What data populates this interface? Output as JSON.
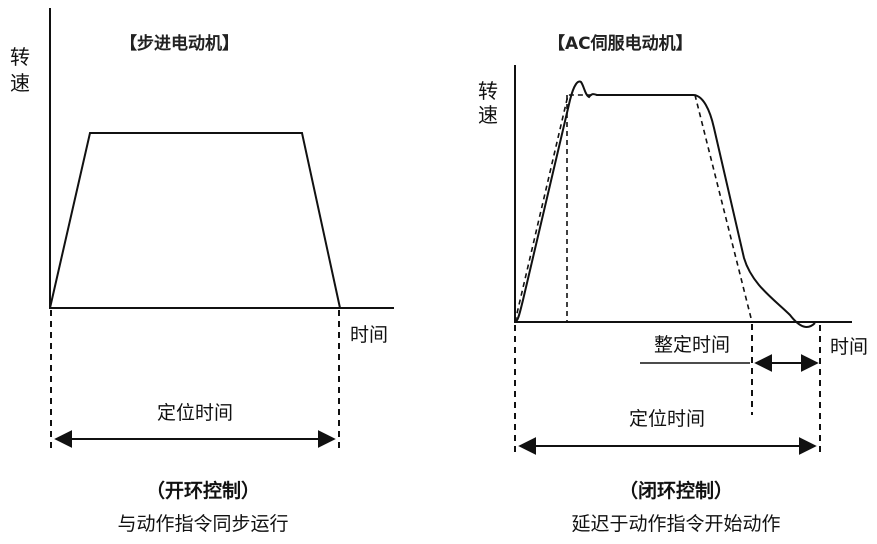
{
  "left": {
    "title": "【步进电动机】",
    "y_label_1": "转",
    "y_label_2": "速",
    "x_label": "时间",
    "span_label": "定位时间",
    "caption_1": "（开环控制）",
    "caption_2": "与动作指令同步运行"
  },
  "right": {
    "title": "【AC伺服电动机】",
    "y_label_1": "转",
    "y_label_2": "速",
    "x_label": "时间",
    "settle_label": "整定时间",
    "span_label": "定位时间",
    "caption_1": "（闭环控制）",
    "caption_2": "延迟于动作指令开始动作"
  }
}
